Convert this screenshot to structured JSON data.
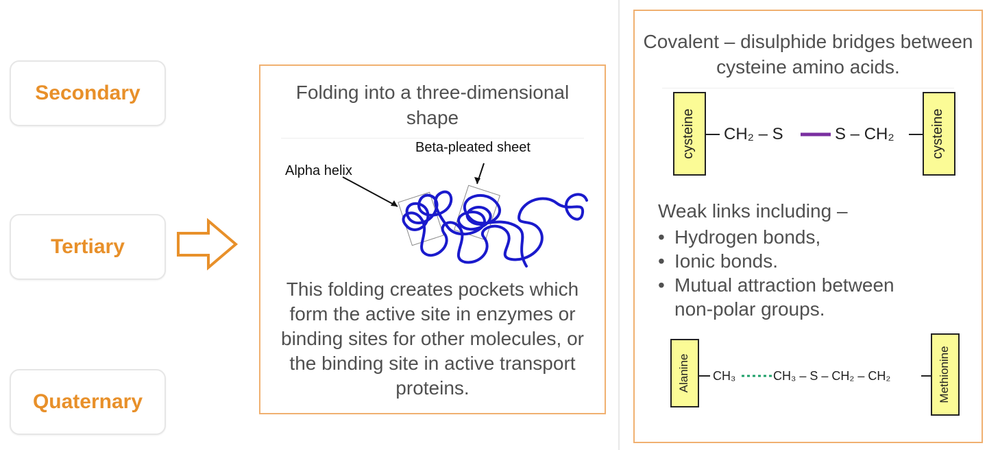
{
  "levels": [
    "Secondary",
    "Tertiary",
    "Quaternary"
  ],
  "tertiary_panel": {
    "title": "Folding into a three-dimensional shape",
    "label_alpha": "Alpha helix",
    "label_beta": "Beta-pleated sheet",
    "description": "This folding creates pockets which form the active site in enzymes or binding sites for other molecules, or the binding site in active transport proteins."
  },
  "bonds_panel": {
    "covalent_title": "Covalent – disulphide bridges between cysteine amino acids.",
    "cysteine_left": "cysteine",
    "cysteine_right": "cysteine",
    "disulphide_left": "CH₂ – S",
    "disulphide_right": "S – CH₂",
    "weak_title": "Weak links including –",
    "weak_items": [
      "Hydrogen bonds,",
      "Ionic bonds.",
      "Mutual attraction between",
      "non-polar groups."
    ],
    "alanine": "Alanine",
    "methionine": "Methionine",
    "hydrophobic_chain_left": "CH₃",
    "hydrophobic_chain_right": "CH₃ – S – CH₂ – CH₂"
  },
  "colors": {
    "accent_orange": "#e8902a",
    "box_border": "#f0b070",
    "protein_blue": "#1a1acc",
    "bond_purple": "#7a2fa0",
    "dotted_green": "#1fa06a",
    "label_yellow": "#fbfb96"
  }
}
